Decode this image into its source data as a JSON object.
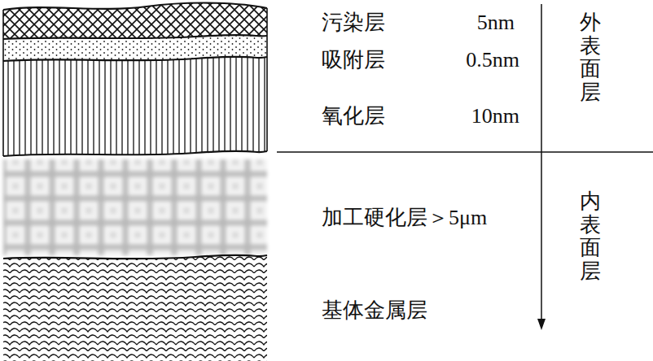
{
  "diagram": {
    "labels": [
      "污染层",
      "5nm",
      "吸附层",
      "0.5nm",
      "氧化层",
      "10nm",
      "外表面层",
      "加工硬化层＞5μm",
      "基体金属层",
      "内表面层"
    ]
  }
}
